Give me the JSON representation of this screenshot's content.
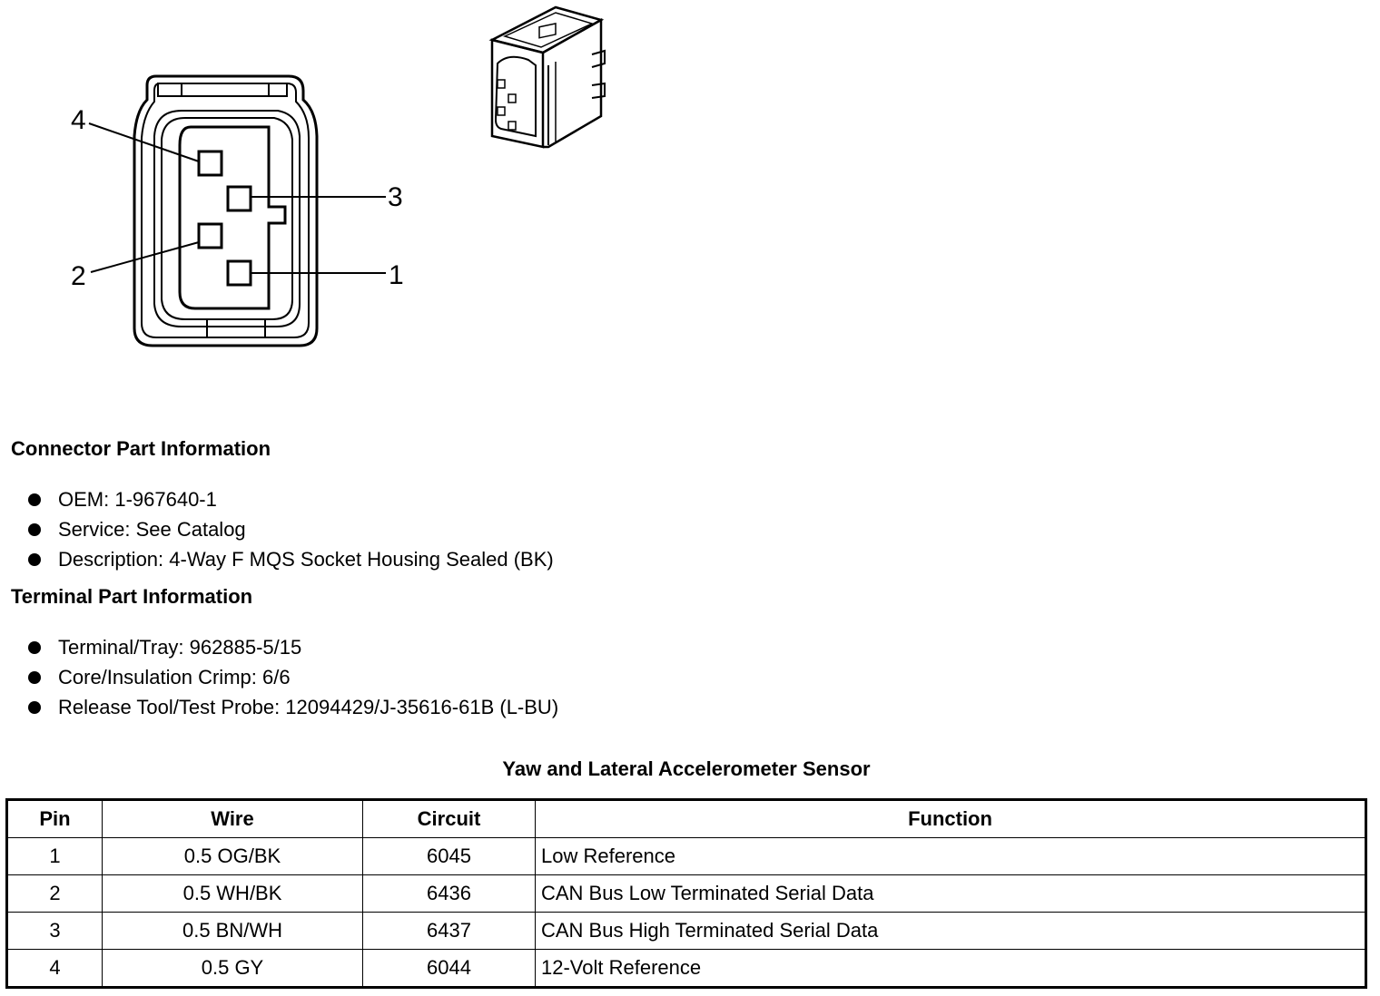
{
  "diagram": {
    "pin_labels": {
      "p4": "4",
      "p3": "3",
      "p2": "2",
      "p1": "1"
    }
  },
  "connector_info": {
    "heading": "Connector Part Information",
    "items": [
      "OEM: 1-967640-1",
      "Service: See Catalog",
      "Description: 4-Way F MQS Socket Housing Sealed (BK)"
    ]
  },
  "terminal_info": {
    "heading": "Terminal Part Information",
    "items": [
      "Terminal/Tray: 962885-5/15",
      "Core/Insulation Crimp: 6/6",
      "Release Tool/Test Probe: 12094429/J-35616-61B (L-BU)"
    ]
  },
  "table": {
    "caption": "Yaw and Lateral Accelerometer Sensor",
    "headers": [
      "Pin",
      "Wire",
      "Circuit",
      "Function"
    ],
    "rows": [
      [
        "1",
        "0.5 OG/BK",
        "6045",
        "Low Reference"
      ],
      [
        "2",
        "0.5 WH/BK",
        "6436",
        "CAN Bus Low Terminated Serial Data"
      ],
      [
        "3",
        "0.5 BN/WH",
        "6437",
        "CAN Bus High Terminated Serial Data"
      ],
      [
        "4",
        "0.5 GY",
        "6044",
        "12-Volt Reference"
      ]
    ]
  }
}
